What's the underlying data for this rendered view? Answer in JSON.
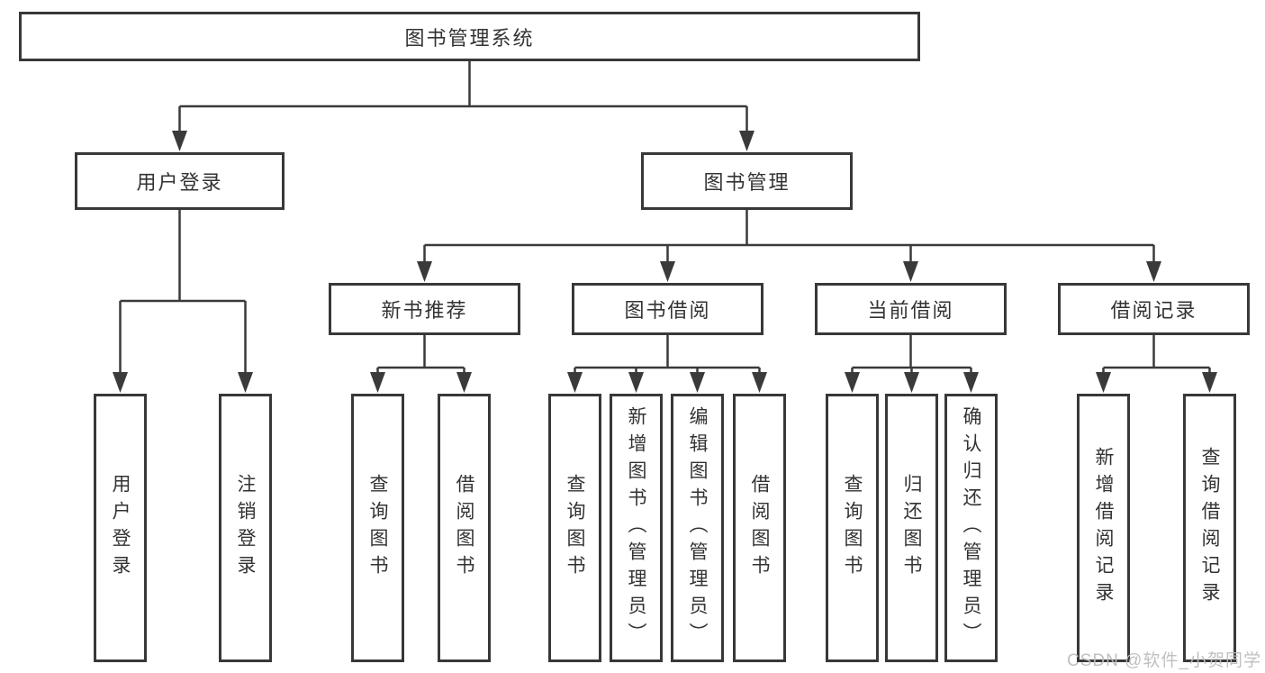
{
  "diagram": {
    "root": "图书管理系统",
    "branches": [
      {
        "label": "用户登录",
        "children": [
          "用户登录",
          "注销登录"
        ]
      },
      {
        "label": "图书管理",
        "sections": [
          {
            "label": "新书推荐",
            "children": [
              "查询图书",
              "借阅图书"
            ]
          },
          {
            "label": "图书借阅",
            "children": [
              "查询图书",
              "新增图书（管理员）",
              "编辑图书（管理员）",
              "借阅图书"
            ]
          },
          {
            "label": "当前借阅",
            "children": [
              "查询图书",
              "归还图书",
              "确认归还（管理员）"
            ]
          },
          {
            "label": "借阅记录",
            "children": [
              "新增借阅记录",
              "查询借阅记录"
            ]
          }
        ]
      }
    ]
  },
  "watermark": {
    "text": "CSDN @软件_小贺同学",
    "color": "#bdbdbd"
  },
  "colors": {
    "line": "#3a3a3a",
    "box_border": "#383838",
    "text": "#333333",
    "background": "#ffffff"
  }
}
